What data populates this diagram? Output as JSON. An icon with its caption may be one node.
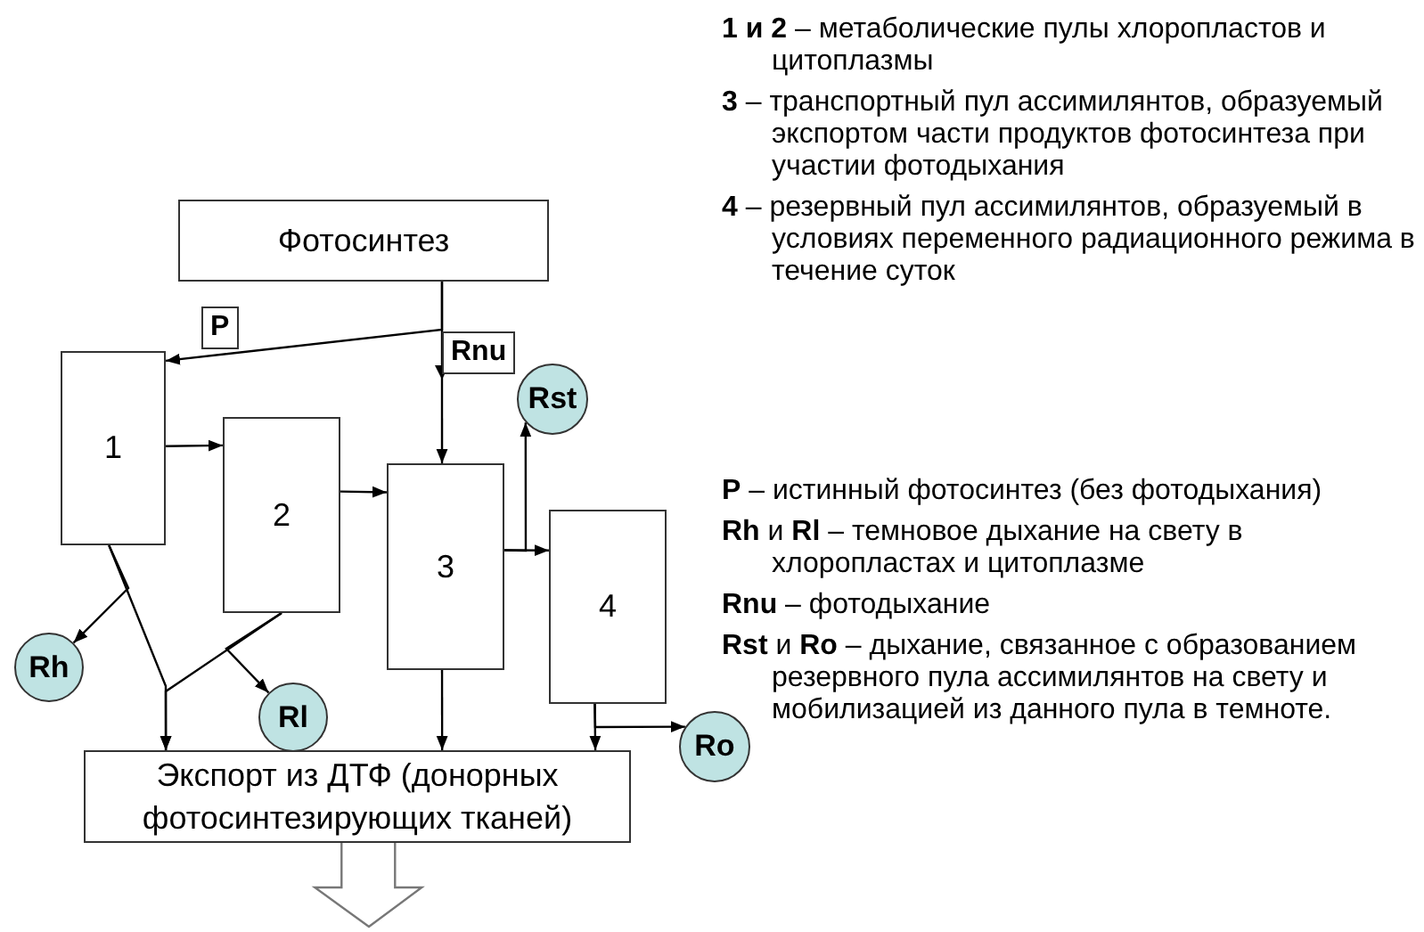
{
  "diagram": {
    "nodes": [
      {
        "text": [
          "Фотосинтез"
        ]
      },
      {
        "text": [
          "1"
        ]
      },
      {
        "text": [
          "2"
        ]
      },
      {
        "text": [
          "3"
        ]
      },
      {
        "text": [
          "4"
        ]
      },
      {
        "text": [
          "Rst"
        ]
      },
      {
        "text": [
          "Rh"
        ]
      },
      {
        "text": [
          "Rl"
        ]
      },
      {
        "text": [
          "Ro"
        ]
      },
      {
        "text": [
          "Экспорт из ДТФ (донорных фотосинтезирующих тканей)"
        ]
      }
    ],
    "edges": [
      {
        "from": 0,
        "to": 1,
        "arrow": "to",
        "label": "P"
      },
      {
        "from": 0,
        "to": 3,
        "arrow": "to",
        "label": "Rnu"
      },
      {
        "from": 1,
        "to": 2,
        "arrow": "to"
      },
      {
        "from": 2,
        "to": 3,
        "arrow": "to"
      },
      {
        "from": 3,
        "to": 4,
        "arrow": "to"
      },
      {
        "from": 3,
        "to": 5,
        "arrow": "to"
      },
      {
        "from": 1,
        "to": 6,
        "arrow": "to"
      },
      {
        "from": 1,
        "to": 9,
        "arrow": "to"
      },
      {
        "from": 2,
        "to": 7,
        "arrow": "to"
      },
      {
        "from": 2,
        "to": 9,
        "arrow": "to"
      },
      {
        "from": 3,
        "to": 9,
        "arrow": "to"
      },
      {
        "from": 4,
        "to": 9,
        "arrow": "to"
      },
      {
        "from": 4,
        "to": 8,
        "arrow": "to"
      },
      {
        "from": 9,
        "to": null,
        "arrow": "to",
        "style": "thick"
      }
    ],
    "labels": [
      "**1 и 2** – метаболические пулы хлоропластов и цитоплазмы",
      "**3** – транспортный пул ассимилянтов, образуемый экспортом части продуктов фотосинтеза при участии фотодыхания",
      "**4** – резервный пул ассимилянтов, образуемый в условиях переменного радиационного режима в течение суток",
      "**P** – истинный фотосинтез (без фотодыхания)",
      "**Rh** и **Rl** – темновое дыхание на свету в хлоропластах и цитоплазме",
      "**Rnu** – фотодыхание",
      "**Rst** и **Ro** – дыхание, связанное с образованием резервного пула ассимилянтов на свету и мобилизацией из данного пула в темноте."
    ]
  }
}
